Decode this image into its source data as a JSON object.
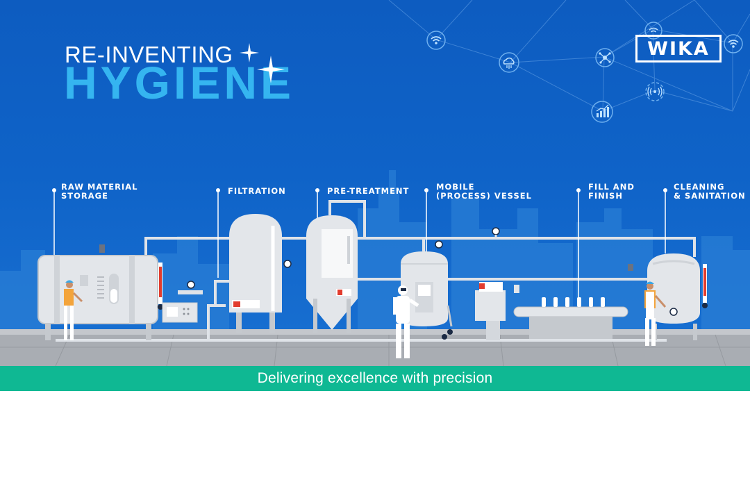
{
  "hero": {
    "title_line1": "RE-INVENTING",
    "title_line2": "HYGIENE"
  },
  "brand": {
    "logo_text": "WIKA"
  },
  "process_stages": [
    {
      "label": "RAW MATERIAL\nSTORAGE"
    },
    {
      "label": "FILTRATION"
    },
    {
      "label": "PRE-TREATMENT"
    },
    {
      "label": "MOBILE\n(PROCESS) VESSEL"
    },
    {
      "label": "FILL AND\nFINISH"
    },
    {
      "label": "CLEANING\n& SANITATION"
    }
  ],
  "footer": {
    "tagline": "Delivering excellence with precision"
  },
  "colors": {
    "background": "#0f63c8",
    "accent_cyan": "#35b5f0",
    "tagline_bar": "#0fb893",
    "equipment": "#e3e6ea",
    "floor": "#a9adb3"
  },
  "icons": [
    "wifi-signal-icon",
    "cloud-data-icon",
    "network-hub-icon",
    "sensor-signal-icon",
    "growth-chart-icon",
    "sparkle-icon"
  ]
}
